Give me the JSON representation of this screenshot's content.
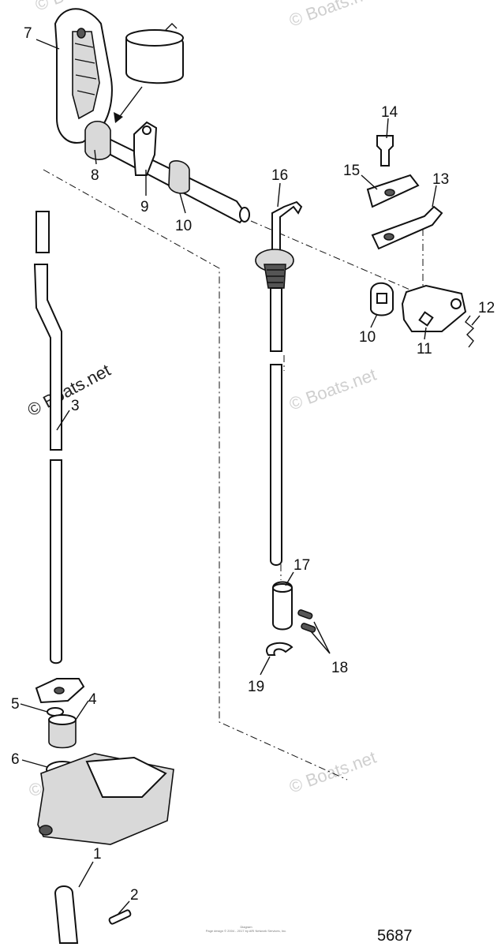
{
  "watermark": {
    "text": "© Boats.net"
  },
  "callouts": {
    "c1": "1",
    "c2": "2",
    "c3": "3",
    "c4": "4",
    "c5": "5",
    "c6": "6",
    "c7": "7",
    "c8": "8",
    "c9": "9",
    "c10a": "10",
    "c10b": "10",
    "c11": "11",
    "c12": "12",
    "c13": "13",
    "c14": "14",
    "c15": "15",
    "c16": "16",
    "c17": "17",
    "c18": "18",
    "c19": "19"
  },
  "figure_number": "5687",
  "footer_line1": "Diagram",
  "footer_line2": "Page design © 2004 - 2017 by ARI Network Services, Inc."
}
